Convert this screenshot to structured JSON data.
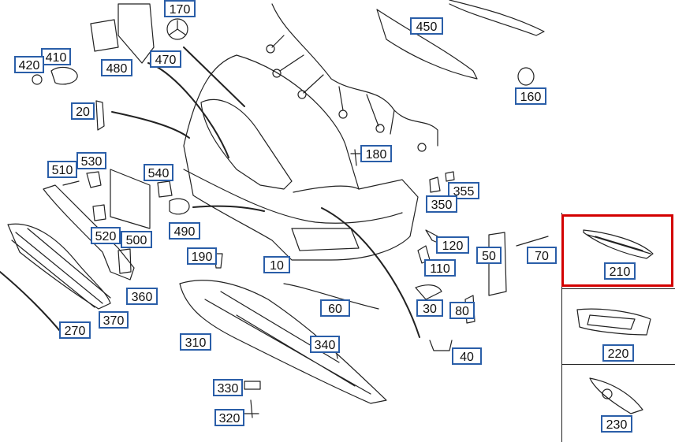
{
  "diagram": {
    "labels": [
      "170",
      "410",
      "420",
      "480",
      "470",
      "450",
      "160",
      "20",
      "510",
      "530",
      "540",
      "180",
      "355",
      "350",
      "490",
      "520",
      "500",
      "120",
      "190",
      "10",
      "110",
      "50",
      "70",
      "360",
      "370",
      "270",
      "60",
      "30",
      "80",
      "310",
      "340",
      "40",
      "330",
      "320",
      "210",
      "220",
      "230"
    ]
  },
  "side_panel": {
    "items": [
      "210",
      "220",
      "230"
    ],
    "selected": "210"
  },
  "colors": {
    "label_border": "#2a5ea8",
    "highlight": "#d30000",
    "lines": "#222222"
  }
}
